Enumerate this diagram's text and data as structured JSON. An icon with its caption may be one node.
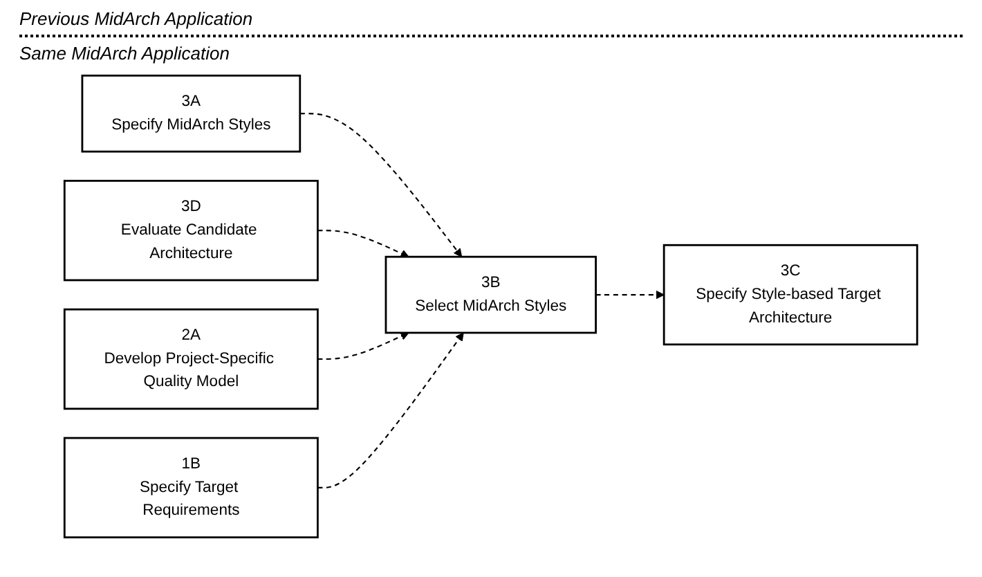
{
  "diagram": {
    "nodes": [
      {
        "text": [
          "3A",
          "Specify MidArch Styles"
        ]
      },
      {
        "text": [
          "3D",
          "Evaluate Candidate Architecture"
        ]
      },
      {
        "text": [
          "2A",
          "Develop Project-Specific Quality Model"
        ]
      },
      {
        "text": [
          "3B",
          "Select MidArch Styles"
        ]
      },
      {
        "text": [
          "3C",
          "Specify Style-based Target Architecture"
        ]
      },
      {
        "text": [
          "1B",
          "Specify Target Requirements"
        ]
      }
    ],
    "edges": [
      {
        "from": 0,
        "to": 3,
        "arrow": "to",
        "style": "dashed"
      },
      {
        "from": 1,
        "to": 3,
        "arrow": "to",
        "style": "dashed"
      },
      {
        "from": 2,
        "to": 3,
        "arrow": "to",
        "style": "dashed"
      },
      {
        "from": 5,
        "to": 3,
        "arrow": "to",
        "style": "dashed"
      },
      {
        "from": 3,
        "to": 4,
        "arrow": "to",
        "style": "dashed"
      }
    ],
    "labels": [
      "Previous MidArch Application",
      "Same MidArch Application"
    ]
  }
}
